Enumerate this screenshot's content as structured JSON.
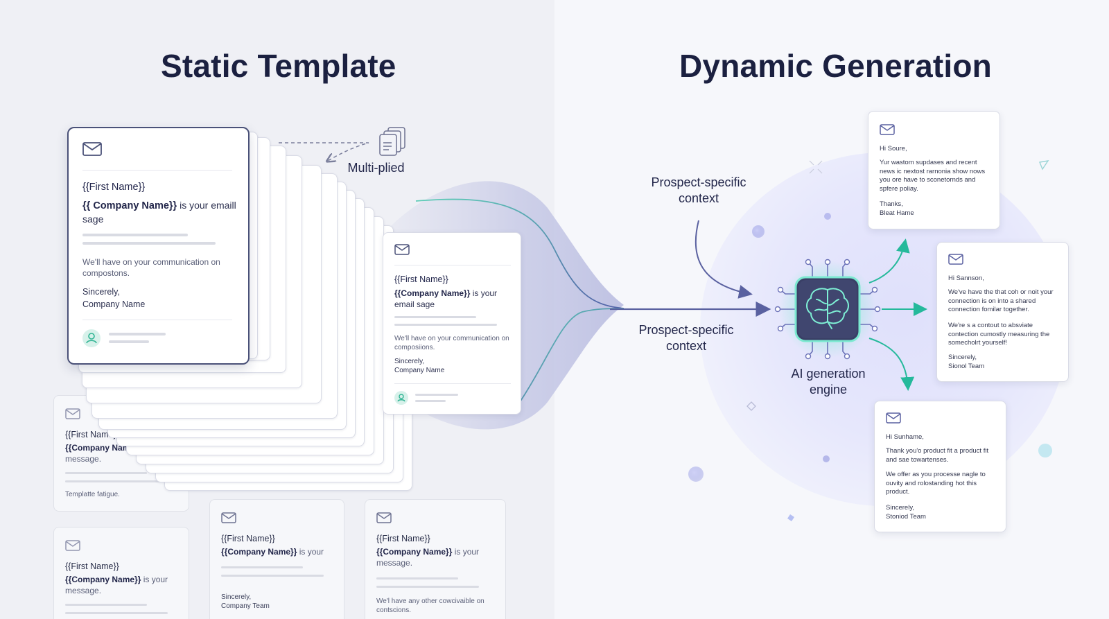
{
  "titles": {
    "left": "Static Template",
    "right": "Dynamic Generation"
  },
  "labels": {
    "multiplied": "Multi-plied",
    "context_top": "Prospect-specific context",
    "context_bottom": "Prospect-specific context",
    "engine": "AI generation engine"
  },
  "main_card": {
    "first_name": "{{First Name}}",
    "company_var": "{{ Company Name}}",
    "company_rest": " is your emaill sage",
    "body": "We'll have on your communication on compostons.",
    "sign_off": "Sincerely,",
    "signature": "Company Name"
  },
  "middle_card": {
    "first_name": "{{First Name}}",
    "company_var": "{{Company Name}}",
    "company_rest": " is your email sage",
    "body": "We'll have on your communication on composiions.",
    "sign_off": "Sincerely,",
    "signature": "Company Name"
  },
  "faded_cards": [
    {
      "first_name": "{{First Name}}",
      "company_var": "{{Company Name}}",
      "company_rest": " is your message.",
      "footer": "Templatte fatigue."
    },
    {
      "first_name": "{{First Name}}",
      "company_var": "{{Company Name}}",
      "company_rest": " is your message."
    },
    {
      "first_name": "{{First Name}}",
      "company_var": "{{Company Name}}",
      "company_rest": " is your",
      "sign_off": "Sincerely,",
      "signature": "Company Team"
    },
    {
      "first_name": "{{First Name}}",
      "company_var": "{{Company Name}}",
      "company_rest": " is your message.",
      "footer": "We'l have any other cowcivaible on contscions."
    }
  ],
  "outputs": [
    {
      "greeting": "Hi Soure,",
      "p1": "Yur wastom supdases and recent news ic nextost rarnonia show nows you ore have to sconetornds and spfere poliay.",
      "sign_off": "Thanks,",
      "signature": "Bleat Hame"
    },
    {
      "greeting": "Hi Sannson,",
      "p1": "We've have the that coh or noit your connection is on into a shared connection fomilar together.",
      "p2": "We're s a contout to absviate contection cumostly measuring the somecholrt yourself!",
      "sign_off": "Sincerely,",
      "signature": "Sionol Team"
    },
    {
      "greeting": "Hi Sunhame,",
      "p1": "Thank you'o product fit a product fit and sae towartenses.",
      "p2": "We offer as you processe nagle to ouvity and rolostanding hot this product.",
      "sign_off": "Sincerely,",
      "signature": "Stoniod Team"
    }
  ],
  "icons": {
    "envelope": "envelope-icon",
    "documents": "documents-icon",
    "brain_chip": "brain-chip-icon",
    "user": "user-icon"
  },
  "colors": {
    "title": "#1b2040",
    "dark_border": "#4a5178",
    "teal": "#25b99b",
    "arrow_blue": "#5a61a0",
    "chip": "#3a3f66",
    "chip_glow": "#6ff2cf"
  }
}
